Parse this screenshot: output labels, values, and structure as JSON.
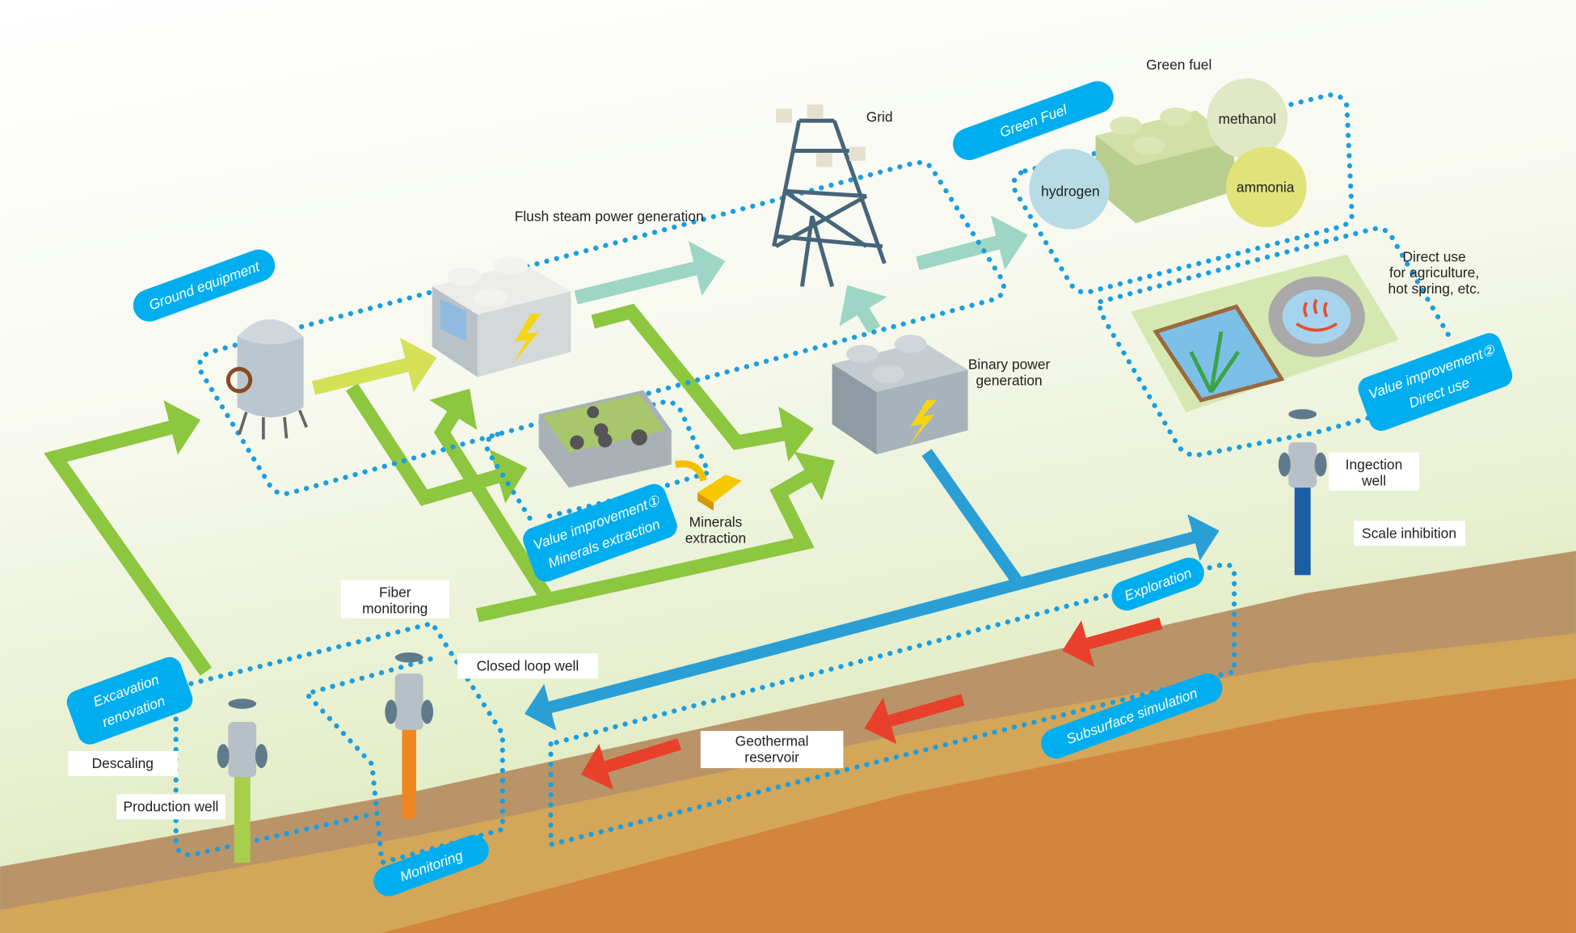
{
  "colors": {
    "flow_green": "#8dc63f",
    "steam_yellow": "#d4e157",
    "power_teal": "#9dd6c4",
    "reinjection_blue": "#2a9fd6",
    "reservoir_red": "#e8402b",
    "pill_blue": "#00aeef",
    "dotted_blue": "#1a9ee0"
  },
  "pills": {
    "ground_equipment": "Ground equipment",
    "green_fuel": "Green Fuel",
    "value1_line1": "Value improvement①",
    "value1_line2": "Minerals extraction",
    "value2_line1": "Value improvement②",
    "value2_line2": "Direct use",
    "exploration": "Exploration",
    "subsurface_simulation": "Subsurface simulation",
    "excavation_line1": "Excavation",
    "excavation_line2": "renovation",
    "monitoring": "Monitoring"
  },
  "labels": {
    "grid": "Grid",
    "green_fuel": "Green fuel",
    "flush_steam": "Flush steam power generation",
    "methanol": "methanol",
    "hydrogen": "hydrogen",
    "ammonia": "ammonia",
    "direct_use_1": "Direct use",
    "direct_use_2": "for agriculture,",
    "direct_use_3": "hot spring, etc.",
    "binary_1": "Binary power",
    "binary_2": "generation",
    "minerals_1": "Minerals",
    "minerals_2": "extraction",
    "injection_1": "Ingection",
    "injection_2": "well",
    "scale_inhibition": "Scale inhibition",
    "fiber_1": "Fiber",
    "fiber_2": "monitoring",
    "closed_loop": "Closed loop well",
    "descaling": "Descaling",
    "production_well": "Production well",
    "reservoir_1": "Geothermal",
    "reservoir_2": "reservoir"
  },
  "icons": [
    "separator-tank-icon",
    "power-plant-icon",
    "mineral-tray-icon",
    "gold-bar-icon",
    "transmission-tower-icon",
    "binary-plant-icon",
    "fuel-plant-icon",
    "rice-field-icon",
    "hot-spring-icon",
    "wellhead-icon"
  ]
}
